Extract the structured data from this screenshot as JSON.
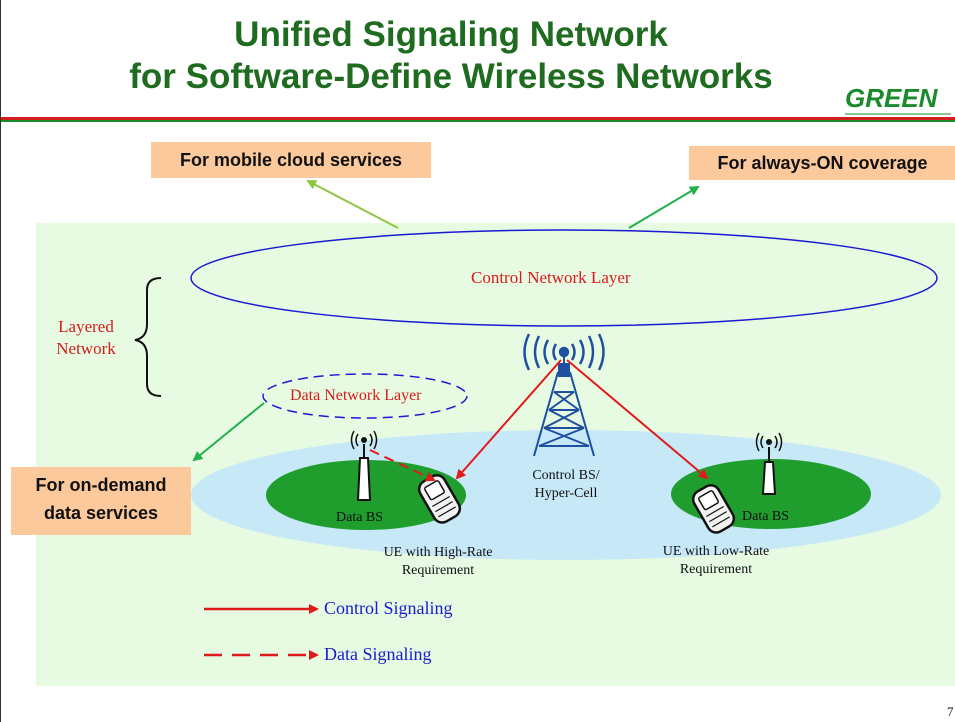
{
  "slide": {
    "title_line1": "Unified Signaling Network",
    "title_line2": "for Software-Define Wireless Networks",
    "logo_text": "GREEN",
    "page_number": "7"
  },
  "tags": {
    "mobile_cloud": "For mobile cloud services",
    "always_on": "For always-ON coverage",
    "on_demand_line1": "For on-demand",
    "on_demand_line2": "data services"
  },
  "diagram": {
    "control_layer": "Control Network Layer",
    "layered_network_line1": "Layered",
    "layered_network_line2": "Network",
    "data_layer": "Data Network Layer",
    "control_bs_line1": "Control BS/",
    "control_bs_line2": "Hyper-Cell",
    "data_bs_left": "Data BS",
    "data_bs_right": "Data BS",
    "ue_high_line1": "UE with High-Rate",
    "ue_high_line2": "Requirement",
    "ue_low_line1": "UE with Low-Rate",
    "ue_low_line2": "Requirement"
  },
  "legend": {
    "control_signaling": "Control Signaling",
    "data_signaling": "Data Signaling"
  },
  "colors": {
    "title_green": "#1f6b20",
    "signal_red": "#e01b1b",
    "label_blue": "#1a1ad2",
    "tag_orange": "#fbc99b",
    "area_green": "#e6fbe2",
    "coverage_blue": "#c6e8f7",
    "cell_green": "#1f9e2e"
  }
}
